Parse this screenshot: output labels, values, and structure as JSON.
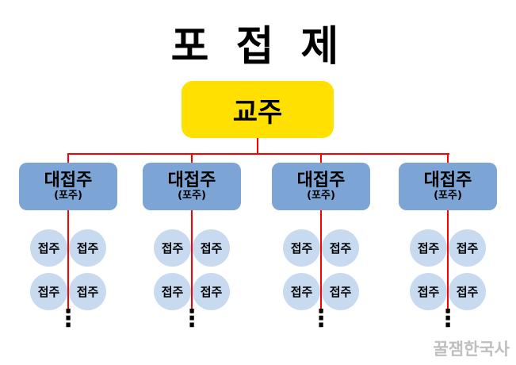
{
  "title": "포 접 제",
  "root": {
    "label": "교주"
  },
  "branches": [
    {
      "label": "대접주",
      "sublabel": "(포주)",
      "children": [
        "접주",
        "접주",
        "접주",
        "접주"
      ]
    },
    {
      "label": "대접주",
      "sublabel": "(포주)",
      "children": [
        "접주",
        "접주",
        "접주",
        "접주"
      ]
    },
    {
      "label": "대접주",
      "sublabel": "(포주)",
      "children": [
        "접주",
        "접주",
        "접주",
        "접주"
      ]
    },
    {
      "label": "대접주",
      "sublabel": "(포주)",
      "children": [
        "접주",
        "접주",
        "접주",
        "접주"
      ]
    }
  ],
  "ellipsis": "⋮",
  "watermark": "꿀잼한국사",
  "colors": {
    "root_bg": "#FFE000",
    "branch_bg": "#7CA5D6",
    "leaf_bg": "#C8DAF0",
    "line": "#FF0000"
  }
}
